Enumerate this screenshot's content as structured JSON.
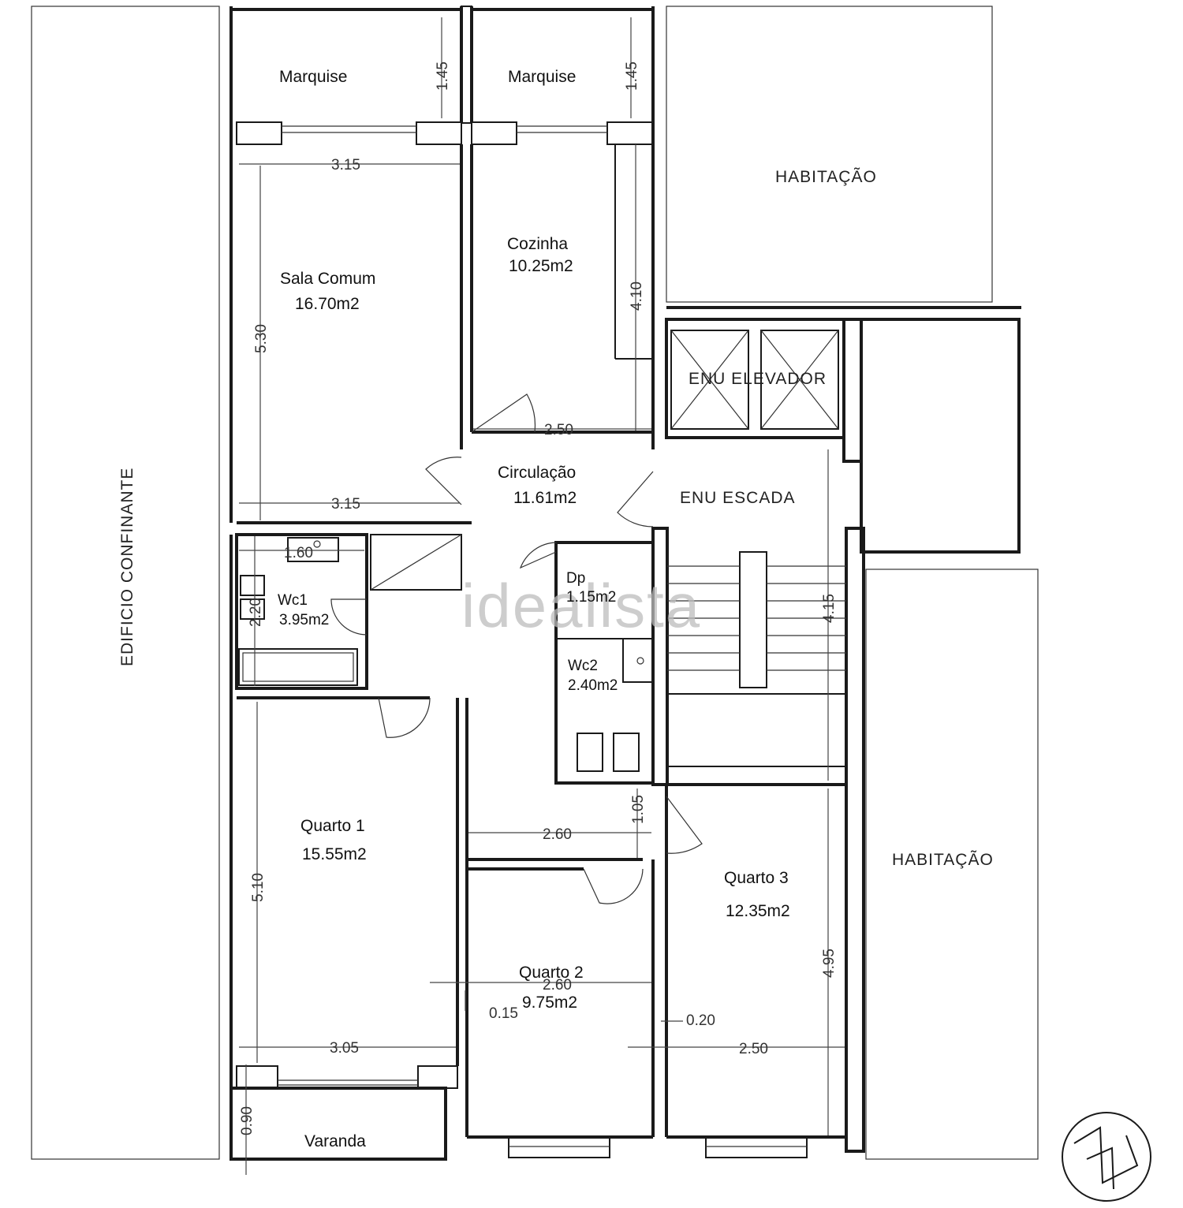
{
  "rooms": {
    "marquise_left": "Marquise",
    "marquise_right": "Marquise",
    "sala_name": "Sala Comum",
    "sala_area": "16.70m2",
    "cozinha_name": "Cozinha",
    "cozinha_area": "10.25m2",
    "circulacao_name": "Circulação",
    "circulacao_area": "11.61m2",
    "wc1_name": "Wc1",
    "wc1_area": "3.95m2",
    "dp_name": "Dp",
    "dp_area": "1.15m2",
    "wc2_name": "Wc2",
    "wc2_area": "2.40m2",
    "quarto1_name": "Quarto 1",
    "quarto1_area": "15.55m2",
    "quarto2_name": "Quarto 2",
    "quarto2_area": "9.75m2",
    "quarto3_name": "Quarto 3",
    "quarto3_area": "12.35m2",
    "varanda": "Varanda"
  },
  "surroundings": {
    "habitacao_top": "HABITAÇÃO",
    "habitacao_right": "HABITAÇÃO",
    "edificio": "EDIFICIO CONFINANTE",
    "elevador": "ENU ELEVADOR",
    "escada": "ENU ESCADA"
  },
  "dimensions": {
    "marquise_left_h": "1.45",
    "marquise_right_h": "1.45",
    "sala_w_top": "3.15",
    "sala_w_bottom": "3.15",
    "sala_h": "5.30",
    "cozinha_h": "4.10",
    "cozinha_w": "2.50",
    "wc1_w": "1.60",
    "wc1_h": "2.20",
    "escada_h": "4.15",
    "q1_h": "5.10",
    "q1_w": "3.05",
    "corr_w": "2.60",
    "corr_h": "1.05",
    "q2_w": "2.60",
    "wall_q2": "0.15",
    "wall_q3": "0.20",
    "q3_w": "2.50",
    "q3_h": "4.95",
    "varanda_h": "0.90"
  },
  "watermark": "idealista"
}
